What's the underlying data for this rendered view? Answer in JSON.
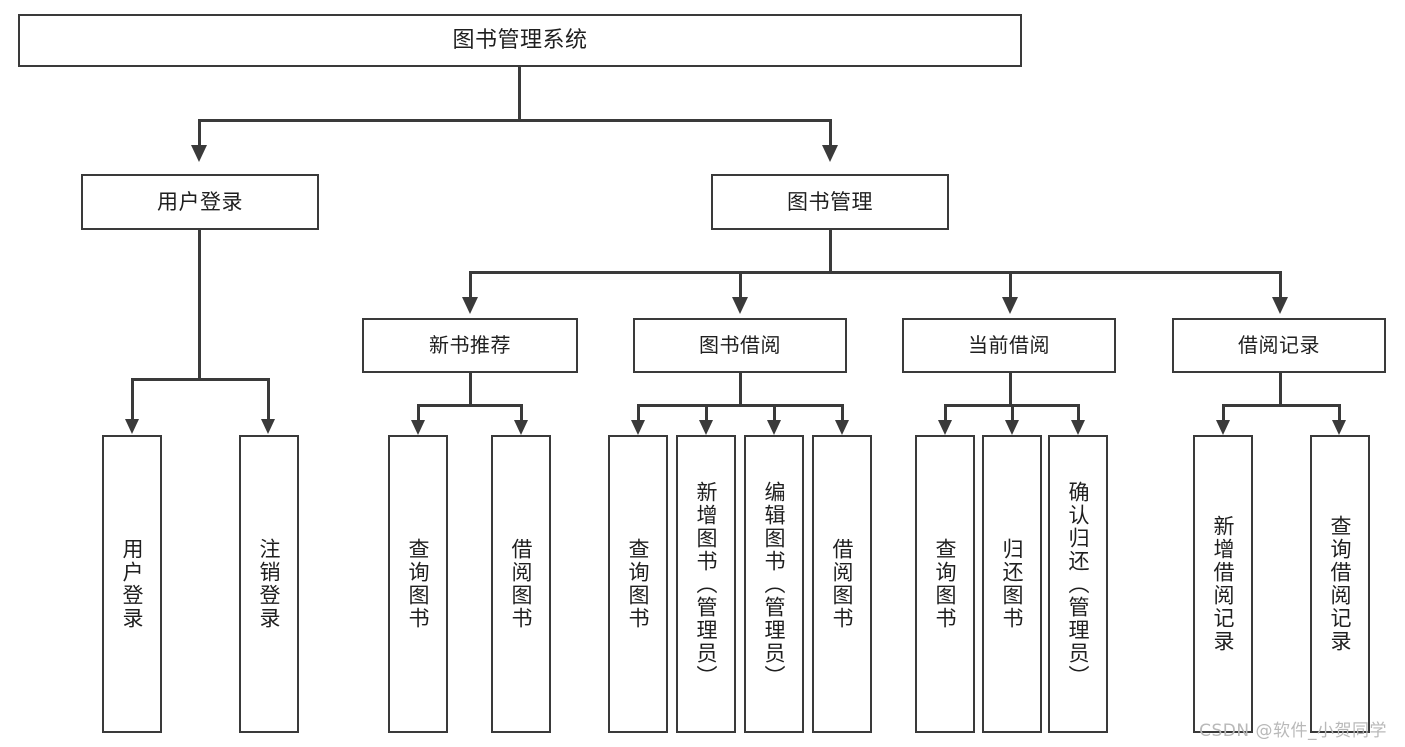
{
  "diagram": {
    "title": "图书管理系统",
    "type": "tree",
    "watermark": "CSDN @软件_小贺同学",
    "colors": {
      "background": "#ffffff",
      "stroke": "#3a3a3a",
      "text": "#1f1f1f",
      "watermark": "#b9b9b9"
    },
    "root": {
      "label": "图书管理系统"
    },
    "level2": [
      {
        "label": "用户登录"
      },
      {
        "label": "图书管理"
      }
    ],
    "level3": [
      {
        "label": "新书推荐"
      },
      {
        "label": "图书借阅"
      },
      {
        "label": "当前借阅"
      },
      {
        "label": "借阅记录"
      }
    ],
    "leaves": {
      "user_login": [
        {
          "label": "用户登录"
        },
        {
          "label": "注销登录"
        }
      ],
      "new_book": [
        {
          "label": "查询图书"
        },
        {
          "label": "借阅图书"
        }
      ],
      "book_borrow": [
        {
          "label": "查询图书"
        },
        {
          "label": "新增图书（管理员）"
        },
        {
          "label": "编辑图书（管理员）"
        },
        {
          "label": "借阅图书"
        }
      ],
      "current_borrow": [
        {
          "label": "查询图书"
        },
        {
          "label": "归还图书"
        },
        {
          "label": "确认归还（管理员）"
        }
      ],
      "borrow_record": [
        {
          "label": "新增借阅记录"
        },
        {
          "label": "查询借阅记录"
        }
      ]
    }
  }
}
